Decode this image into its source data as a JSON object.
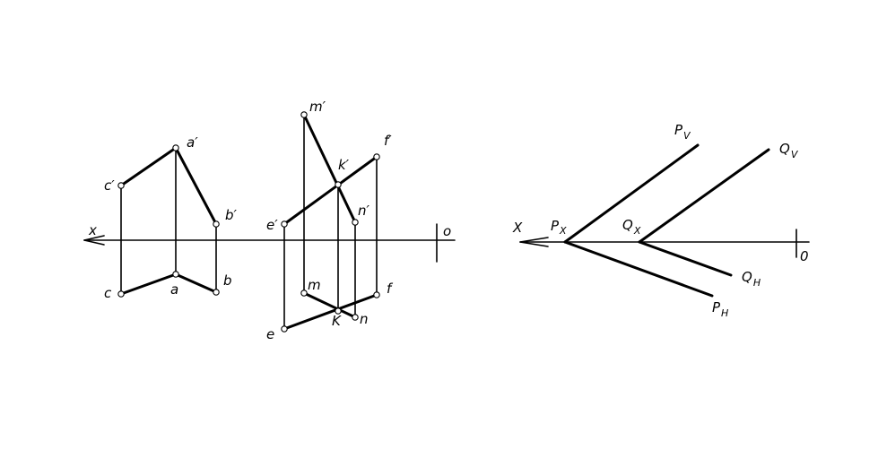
{
  "left_figure": {
    "axis_x_label": "x",
    "axis_o_label": "o",
    "points": {
      "c_prime": "c′",
      "a_prime": "a′",
      "b_prime": "b′",
      "c": "c",
      "a": "a",
      "b": "b",
      "m_prime": "m′",
      "k_prime": "k′",
      "f_prime": "f′",
      "n_prime": "n′",
      "e_prime": "e′",
      "m": "m",
      "f": "f",
      "k": "K",
      "n": "n",
      "e": "e"
    }
  },
  "right_figure": {
    "axis_x_label": "X",
    "axis_o_label": "0",
    "traces": {
      "pv_main": "P",
      "pv_sub": "V",
      "qv_main": "Q",
      "qv_sub": "V",
      "px_main": "P",
      "px_sub": "X",
      "qx_main": "Q",
      "qx_sub": "X",
      "qh_main": "Q",
      "qh_sub": "H",
      "ph_main": "P",
      "ph_sub": "H"
    }
  }
}
